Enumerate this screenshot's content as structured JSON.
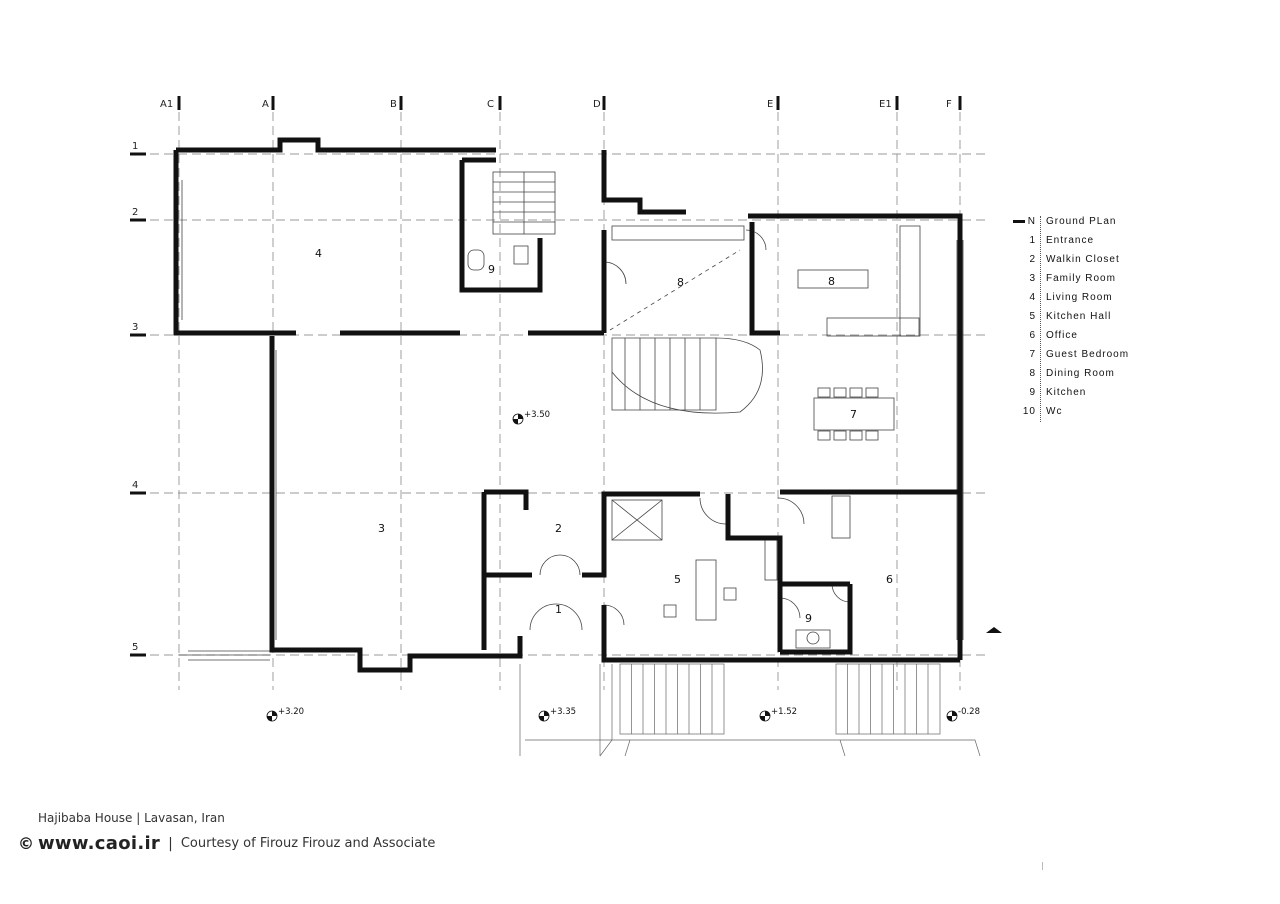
{
  "grid": {
    "columns": [
      "A1",
      "A",
      "B",
      "C",
      "D",
      "E",
      "E1",
      "F"
    ],
    "rows": [
      "1",
      "2",
      "3",
      "4",
      "5"
    ]
  },
  "rooms": [
    {
      "num": "4",
      "name": "Living Room"
    },
    {
      "num": "3",
      "name": "Family Room"
    },
    {
      "num": "2",
      "name": "Walkin Closet"
    },
    {
      "num": "1",
      "name": "Entrance"
    },
    {
      "num": "5",
      "name": "Kitchen Hall"
    },
    {
      "num": "6",
      "name": "Office"
    },
    {
      "num": "7",
      "name": "Guest Bedroom"
    },
    {
      "num": "8",
      "name": "Dining Room"
    },
    {
      "num": "8",
      "name": "Dining Room"
    },
    {
      "num": "9",
      "name": "Kitchen"
    },
    {
      "num": "9",
      "name": "Kitchen"
    }
  ],
  "levels": [
    "+3.50",
    "+3.20",
    "+3.35",
    "+1.52",
    "-0.28"
  ],
  "legend": {
    "title_key": "N",
    "title": "Ground PLan",
    "items": [
      {
        "num": "1",
        "label": "Entrance"
      },
      {
        "num": "2",
        "label": "Walkin Closet"
      },
      {
        "num": "3",
        "label": "Family Room"
      },
      {
        "num": "4",
        "label": "Living Room"
      },
      {
        "num": "5",
        "label": "Kitchen Hall"
      },
      {
        "num": "6",
        "label": "Office"
      },
      {
        "num": "7",
        "label": "Guest Bedroom"
      },
      {
        "num": "8",
        "label": "Dining Room"
      },
      {
        "num": "9",
        "label": "Kitchen"
      },
      {
        "num": "10",
        "label": "Wc"
      }
    ]
  },
  "credits": {
    "caption": "Hajibaba House | Lavasan, Iran",
    "copyright": "©",
    "site": "www.caoi.ir",
    "separator": "|",
    "courtesy": "Courtesy of Firouz Firouz and Associate"
  }
}
